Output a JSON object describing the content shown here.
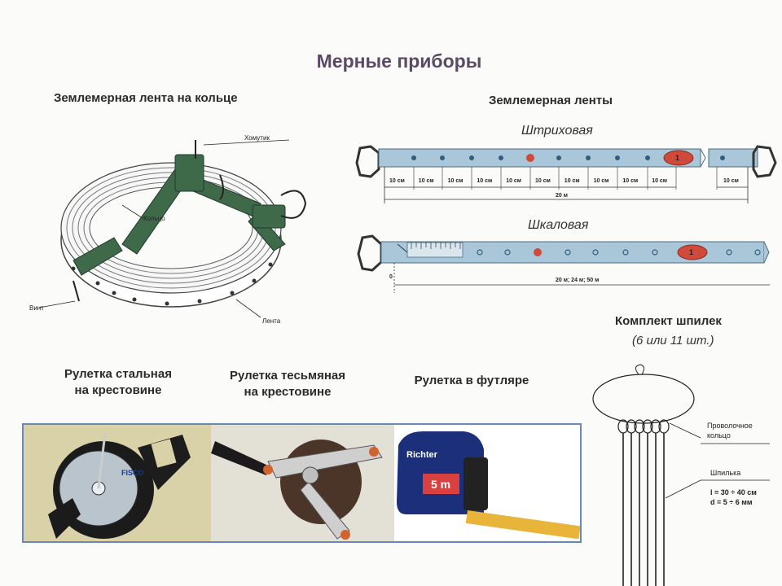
{
  "title": "Мерные приборы",
  "ring_tape": {
    "heading": "Землемерная лента на кольце",
    "labels": {
      "clamp": "Хомутик",
      "ring": "Кольцо",
      "screw": "Винт",
      "tape": "Лента"
    }
  },
  "tapes": {
    "heading": "Землемерная ленты",
    "stroke": {
      "heading": "Штриховая",
      "segment_label": "10 см",
      "segment_count_left": 10,
      "total_label": "20 м",
      "badge": "1"
    },
    "scale": {
      "heading": "Шкаловая",
      "zero_label": "0",
      "total_label": "20 м; 24 м; 50 м",
      "badge": "1"
    }
  },
  "pins": {
    "heading": "Комплект шпилек",
    "subheading": "(6 или 11 шт.)",
    "labels": {
      "wire_ring_1": "Проволочное",
      "wire_ring_2": "кольцо",
      "pin": "Шпилька",
      "length": "l = 30 ÷ 40 см",
      "diameter": "d = 5 ÷ 6 мм"
    }
  },
  "roulettes": {
    "steel": {
      "line1": "Рулетка стальная",
      "line2": "на крестовине"
    },
    "fabric": {
      "line1": "Рулетка тесьмяная",
      "line2": "на крестовине"
    },
    "case": {
      "line1": "Рулетка в футляре"
    },
    "case_photo": {
      "brand": "Richter",
      "size": "5 m"
    }
  },
  "colors": {
    "tape_fill": "#a9c7d9",
    "tape_hole": "#3a6f8f",
    "red_mark": "#cf4a3a",
    "frame_border": "#6b86b8",
    "ring_band": "#3f6a4a"
  }
}
